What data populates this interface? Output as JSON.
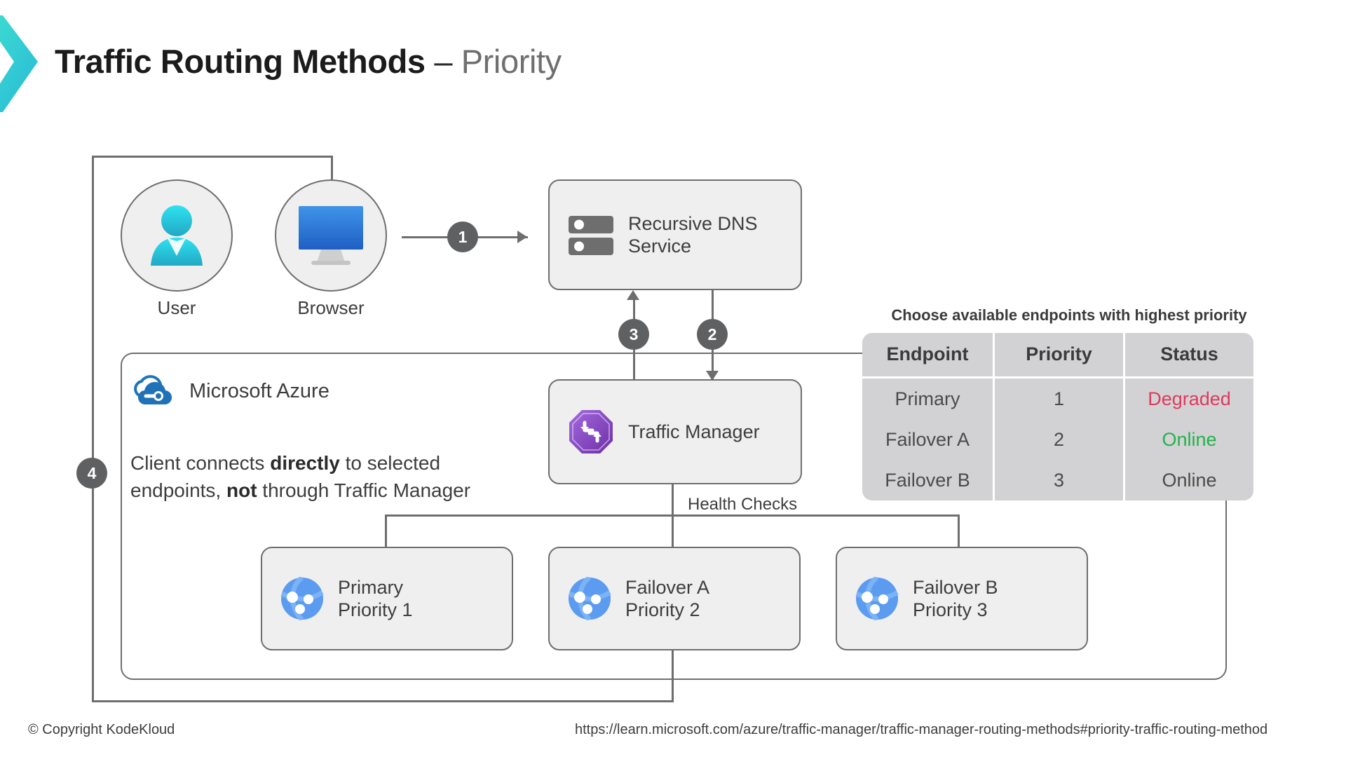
{
  "header": {
    "title_main": "Traffic Routing Methods ",
    "title_dash": "– ",
    "title_sub": "Priority",
    "logo_icon": "kodekloud-chevron-icon"
  },
  "actors": {
    "user": {
      "label": "User",
      "icon": "user-avatar-icon"
    },
    "browser": {
      "label": "Browser",
      "icon": "monitor-icon"
    }
  },
  "nodes": {
    "dns": {
      "label": "Recursive DNS\nService",
      "icon": "server-stack-icon"
    },
    "traffic_manager": {
      "label": "Traffic Manager",
      "icon": "azure-traffic-manager-icon"
    },
    "endpoints": [
      {
        "name": "Primary",
        "priority_label": "Priority 1",
        "label": "Primary\nPriority 1",
        "icon": "azure-endpoint-globe-icon"
      },
      {
        "name": "Failover A",
        "priority_label": "Priority 2",
        "label": "Failover A\nPriority 2",
        "icon": "azure-endpoint-globe-icon"
      },
      {
        "name": "Failover B",
        "priority_label": "Priority 3",
        "label": "Failover B\nPriority 3",
        "icon": "azure-endpoint-globe-icon"
      }
    ]
  },
  "azure": {
    "brand_label": "Microsoft Azure",
    "brand_icon": "microsoft-azure-cloud-icon",
    "note_prefix": "Client connects ",
    "note_bold1": "directly",
    "note_mid": " to selected endpoints, ",
    "note_bold2": "not",
    "note_suffix": " through Traffic Manager"
  },
  "flow": {
    "step1": "1",
    "step2": "2",
    "step3": "3",
    "step4": "4",
    "health_checks_label": "Health Checks"
  },
  "table": {
    "caption": "Choose available endpoints with highest priority",
    "columns": [
      "Endpoint",
      "Priority",
      "Status"
    ],
    "rows": [
      {
        "endpoint": "Primary",
        "priority": "1",
        "status": "Degraded",
        "status_color": "#e03a5c"
      },
      {
        "endpoint": "Failover A",
        "priority": "2",
        "status": "Online",
        "status_color": "#22b24c"
      },
      {
        "endpoint": "Failover B",
        "priority": "3",
        "status": "Online",
        "status_color": "#4b4b4b"
      }
    ]
  },
  "footer": {
    "copyright": "© Copyright KodeKloud",
    "link": "https://learn.microsoft.com/azure/traffic-manager/traffic-manager-routing-methods#priority-traffic-routing-method"
  },
  "colors": {
    "line": "#6e6e6e",
    "badge": "#5f6062",
    "node_fill": "#efefef",
    "table_fill": "#d2d2d4",
    "teal": "#2ad2d8",
    "azure_blue": "#1b75bb",
    "purple": "#8b50c8"
  }
}
